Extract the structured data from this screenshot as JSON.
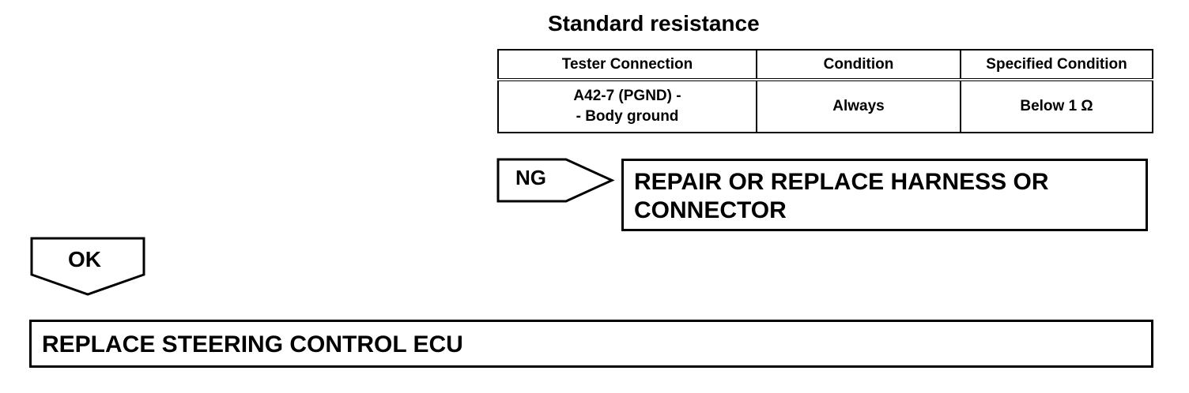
{
  "title": "Standard resistance",
  "table": {
    "headers": [
      "Tester Connection",
      "Condition",
      "Specified Condition"
    ],
    "rows": [
      {
        "connection_line1": "A42-7 (PGND) -",
        "connection_line2": "- Body ground",
        "condition": "Always",
        "specified": "Below 1 Ω"
      }
    ]
  },
  "ng": {
    "label": "NG",
    "action_line1": "REPAIR OR REPLACE HARNESS OR",
    "action_line2": "CONNECTOR"
  },
  "ok": {
    "label": "OK",
    "action": "REPLACE STEERING CONTROL ECU"
  }
}
